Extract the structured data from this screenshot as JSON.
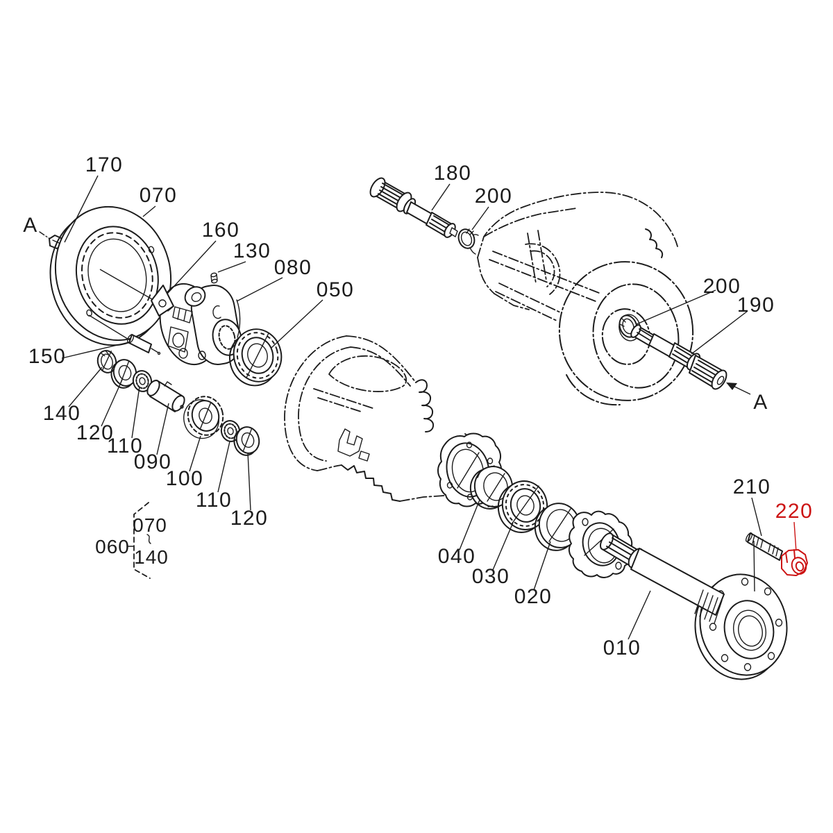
{
  "diagram": {
    "background_color": "#ffffff",
    "line_color": "#1c1c1c",
    "highlight_color": "#cc1414",
    "callouts": [
      {
        "text": "170"
      },
      {
        "text": "070"
      },
      {
        "text": "A"
      },
      {
        "text": "160"
      },
      {
        "text": "130"
      },
      {
        "text": "080"
      },
      {
        "text": "050"
      },
      {
        "text": "150"
      },
      {
        "text": "140"
      },
      {
        "text": "120"
      },
      {
        "text": "110"
      },
      {
        "text": "090"
      },
      {
        "text": "100"
      },
      {
        "text": "110"
      },
      {
        "text": "120"
      },
      {
        "text": "180"
      },
      {
        "text": "200"
      },
      {
        "text": "200"
      },
      {
        "text": "190"
      },
      {
        "text": "A"
      },
      {
        "text": "040"
      },
      {
        "text": "030"
      },
      {
        "text": "020"
      },
      {
        "text": "210"
      },
      {
        "text": "220",
        "highlighted": true
      },
      {
        "text": "010"
      }
    ],
    "group_bracket": {
      "label": "060",
      "range_start": "070",
      "range_separator": "~",
      "range_end": "140"
    }
  }
}
